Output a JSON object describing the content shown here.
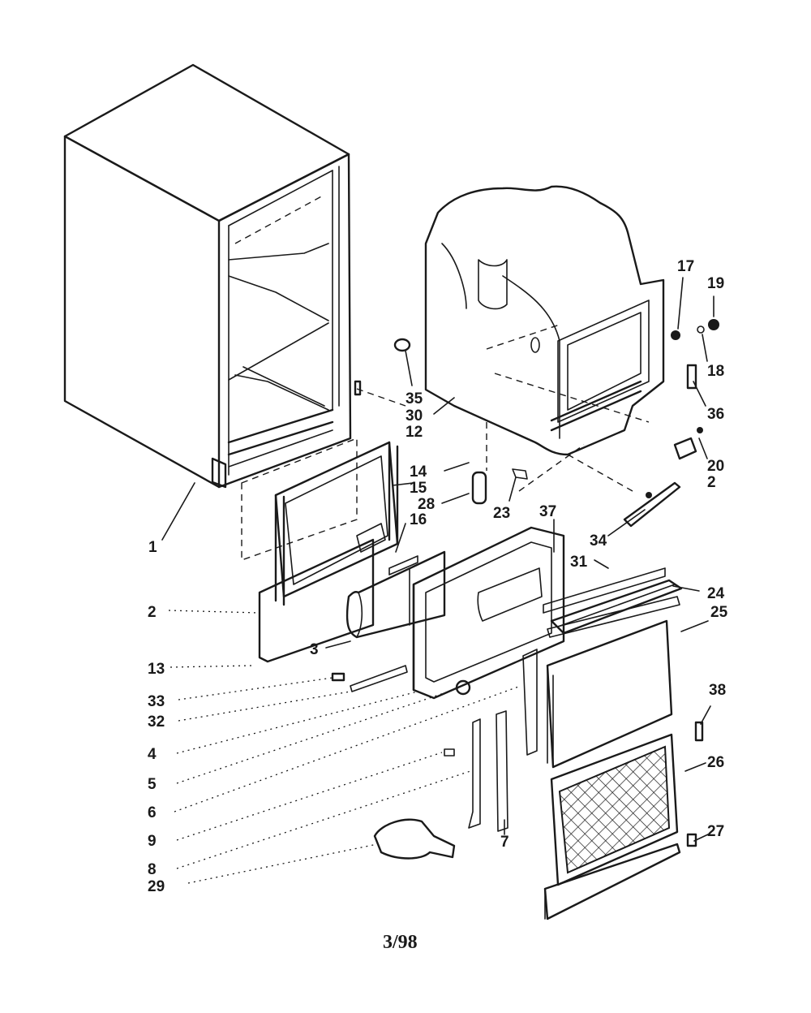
{
  "callouts": {
    "c1": "1",
    "c2": "2",
    "c2b": "2",
    "c3": "3",
    "c4": "4",
    "c5": "5",
    "c6": "6",
    "c7": "7",
    "c8": "8",
    "c9": "9",
    "c12": "12",
    "c13": "13",
    "c14": "14",
    "c15": "15",
    "c16": "16",
    "c17": "17",
    "c18": "18",
    "c19": "19",
    "c20": "20",
    "c23": "23",
    "c24": "24",
    "c25": "25",
    "c26": "26",
    "c27": "27",
    "c28": "28",
    "c29": "29",
    "c30": "30",
    "c31": "31",
    "c32": "32",
    "c33": "33",
    "c34": "34",
    "c35": "35",
    "c36": "36",
    "c37": "37",
    "c38": "38"
  },
  "footer_code": "3/98",
  "colors": {
    "ink": "#1a1a1a",
    "paper": "#ffffff"
  }
}
